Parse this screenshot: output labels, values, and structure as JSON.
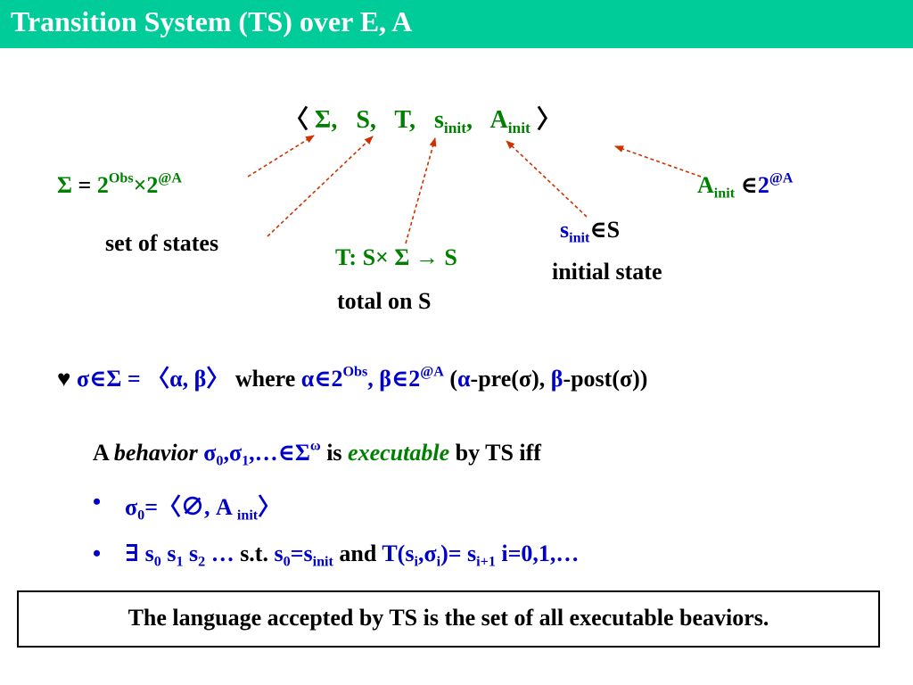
{
  "title": "Transition System (TS)  over E, A",
  "tuple": {
    "open": "〈",
    "sigma": "Σ,",
    "S": "S,",
    "T": "T,",
    "s": "s",
    "s_sub": "init",
    "comma": ",",
    "A": "A",
    "A_sub": "init",
    "close": "〉"
  },
  "sigma_def": {
    "lhs": "Σ",
    "eq": " = ",
    "two1": "2",
    "sup1": "Obs",
    "times": "×",
    "two2": "2",
    "sup2": "@A"
  },
  "set_of_states": "set of states",
  "T_def": {
    "line1": "T: S× Σ → S",
    "line2": "total on S"
  },
  "s_init_def": {
    "s": "s",
    "sub": "init",
    "rest": "∈S",
    "label": "initial state"
  },
  "A_init_def": {
    "A": "A",
    "sub": "init",
    "in": " ∈",
    "two": "2",
    "sup": "@A"
  },
  "heart_line": {
    "heart": "♥",
    "sigma_part": " σ∈Σ = 〈α, β〉",
    "where": "  where ",
    "alpha": "α∈2",
    "alpha_sup": "Obs",
    "beta": ", β∈2",
    "beta_sup": "@A",
    "paren": "  (",
    "alpha2": "α",
    "pre": "-pre(σ), ",
    "beta2": "β",
    "post": "-post(σ))"
  },
  "behavior_line": {
    "a": "A ",
    "behavior": "behavior",
    "seq_a": "  σ",
    "sub0": "0",
    "seq_b": ",σ",
    "sub1": "1",
    "seq_c": ",…∈Σ",
    "omega": "ω",
    "is": " is ",
    "executable": "executable",
    "rest": " by TS iff"
  },
  "bullet1": {
    "dot": "•",
    "sigma": "σ",
    "sub0": "0",
    "rest": "=〈∅, A ",
    "sub": "init",
    "close": "〉"
  },
  "bullet2": {
    "dot": "•",
    "exists": "∃",
    "s0": " s",
    "sub0": "0",
    "s1": " s",
    "sub1": "1",
    "s2": " s",
    "sub2": "2",
    "ell": " …",
    "st": "  s.t.   ",
    "eq_s": "s",
    "eq_sub0": "0",
    "eq_mid": "=s",
    "eq_subinit": "init",
    "and": "  and  ",
    "T": "T(s",
    "T_subi": "i",
    "T_mid": ",σ",
    "T_subi2": "i",
    "T_end": ")= s",
    "T_subi1": "i+1",
    "range": "  i=0,1,…"
  },
  "box_text": "The language accepted by TS is the set of all executable beaviors.",
  "colors": {
    "title_bar": "#00cc99",
    "green": "#008000",
    "blue": "#0000cc",
    "arrow": "#cc3300"
  }
}
